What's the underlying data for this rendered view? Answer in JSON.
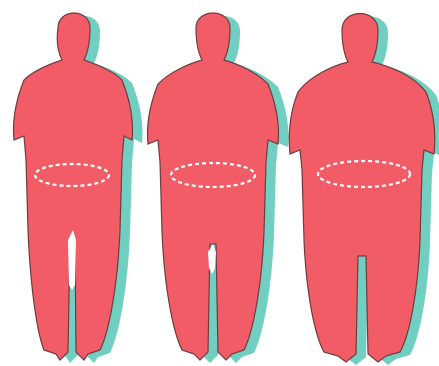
{
  "figures": [
    {
      "build": "slim",
      "waist_marker": "dotted-ellipse"
    },
    {
      "build": "medium",
      "waist_marker": "dotted-ellipse"
    },
    {
      "build": "heavy",
      "waist_marker": "dotted-ellipse"
    }
  ],
  "colors": {
    "background": "#ffffff",
    "body_fill": "#f25c67",
    "body_outline": "#6e3c3f",
    "shadow": "#57c7b6",
    "waist_marker": "#ffffff"
  }
}
